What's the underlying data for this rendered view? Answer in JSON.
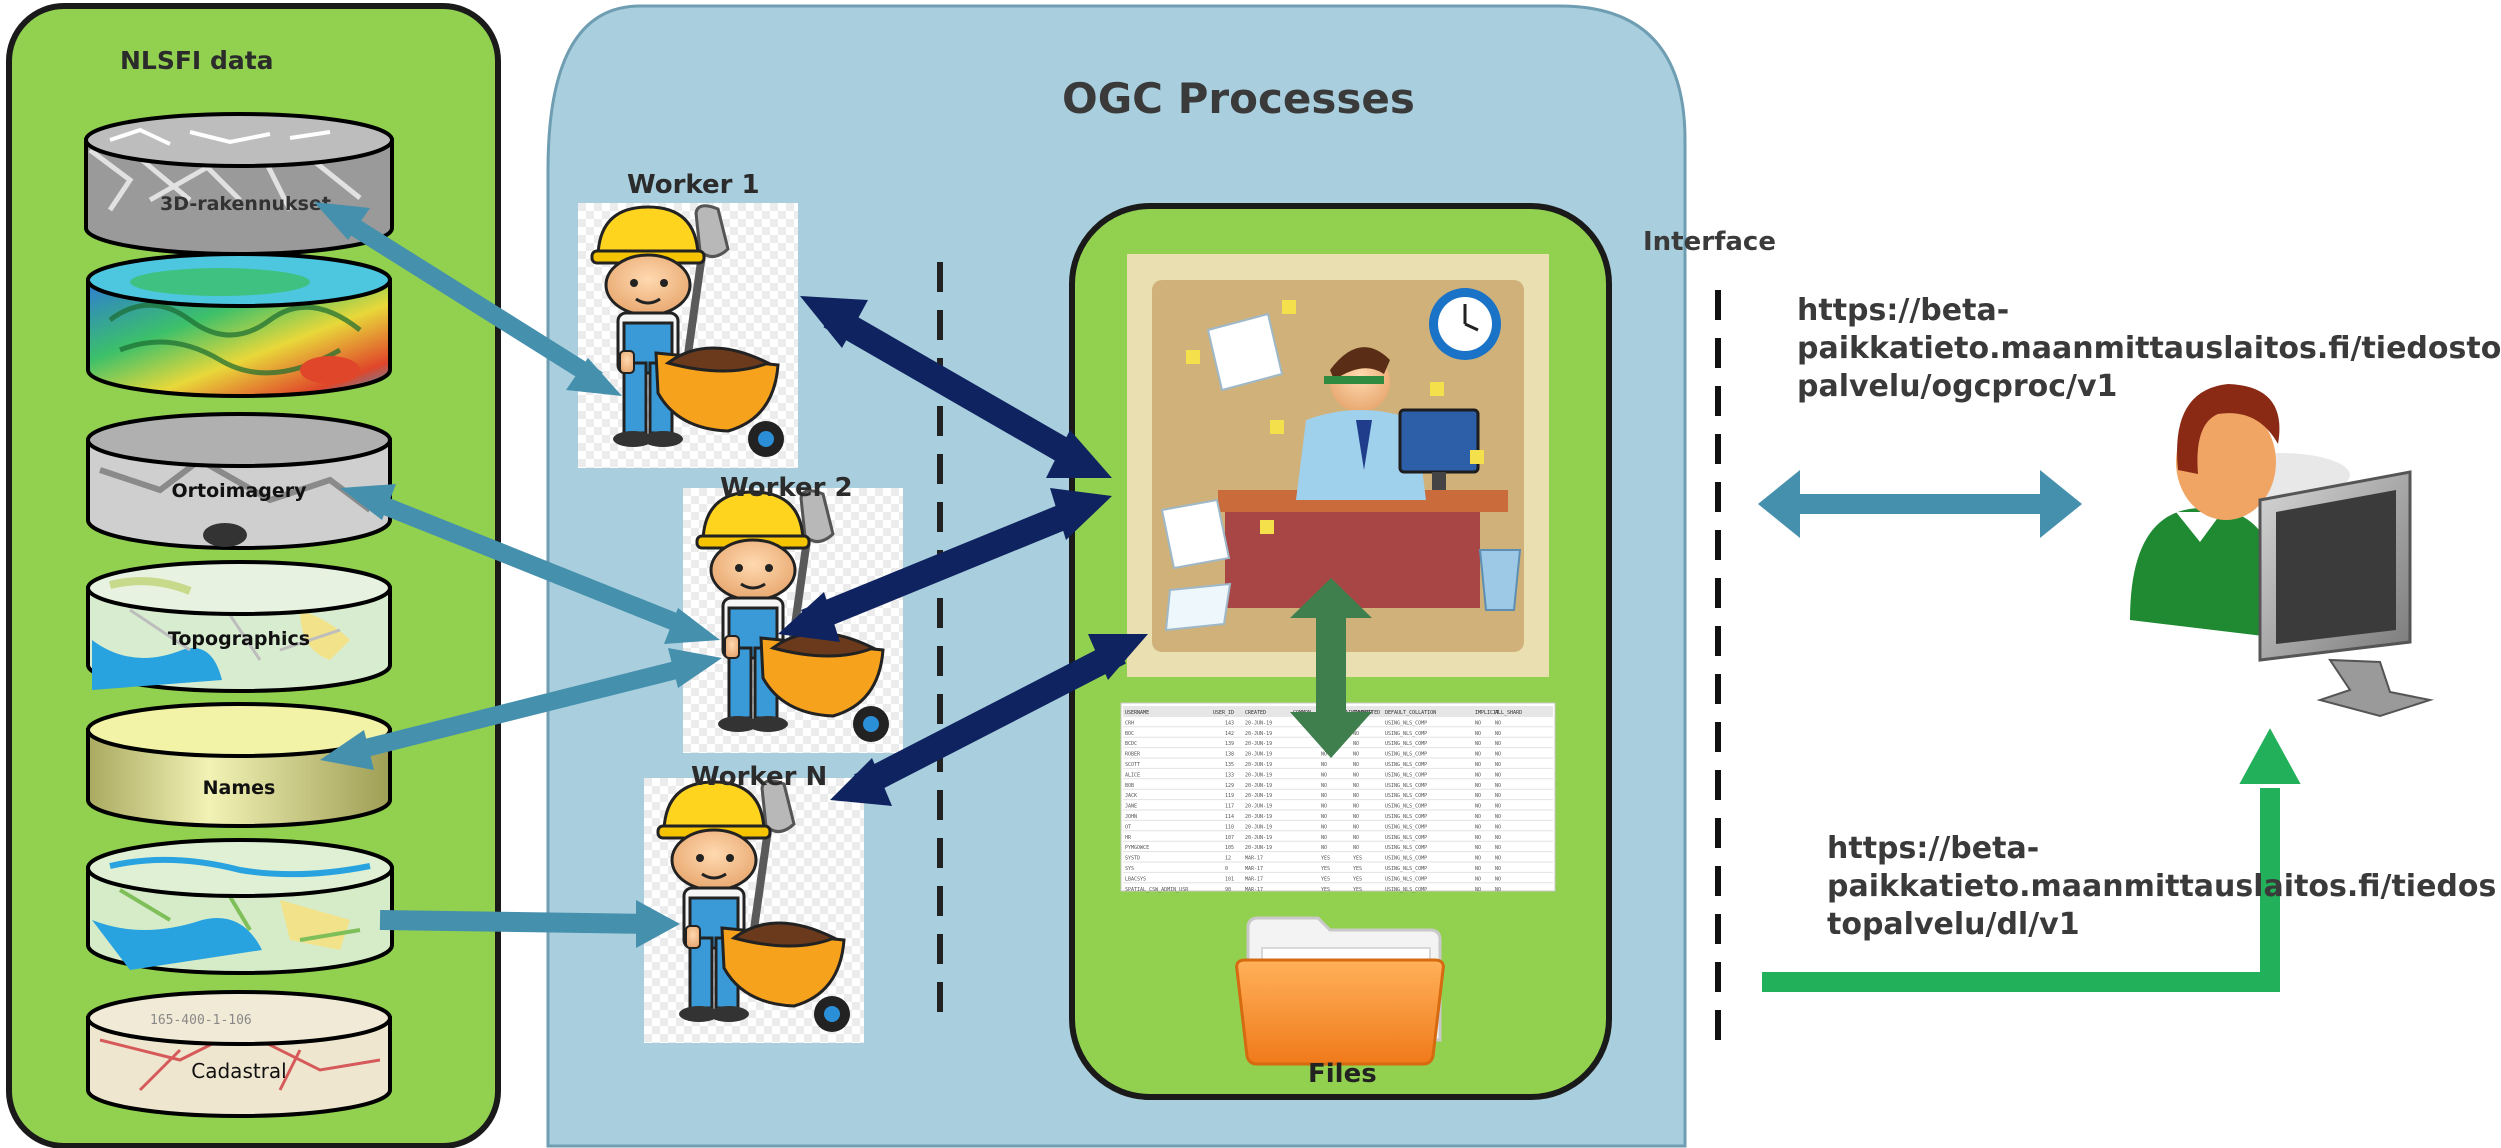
{
  "nlsfi": {
    "title": "NLSFI data",
    "layers": [
      "3D-rakennukset",
      "Ortoimagery",
      "Topographics",
      "Names",
      "Cadastral"
    ]
  },
  "ogc": {
    "title": "OGC Processes",
    "workers": [
      "Worker 1",
      "Worker 2",
      "Worker N"
    ],
    "files_label": "Files"
  },
  "interface": {
    "label": "Interface",
    "url_ogcproc": "https://beta-\npaikkatieto.maanmittauslaitos.fi/tiedosto\npalvelu/ogcproc/v1",
    "url_dl": "https://beta-\npaikkatieto.maanmittauslaitos.fi/tiedos\ntopalvelu/dl/v1"
  },
  "table": {
    "headers": [
      "USERNAME",
      "USER_ID",
      "CREATED",
      "COMMON",
      "ORACLE_MAINTAINED",
      "INHERITED",
      "DEFAULT_COLLATION",
      "IMPLICIT",
      "ALL_SHARD"
    ],
    "rows": [
      [
        "CRH",
        "143",
        "20-JUN-19",
        "NO",
        "NO",
        "USING_NLS_COMP",
        "NO",
        "NO"
      ],
      [
        "BOC",
        "142",
        "20-JUN-19",
        "NO",
        "NO",
        "USING_NLS_COMP",
        "NO",
        "NO"
      ],
      [
        "BCDC",
        "139",
        "20-JUN-19",
        "NO",
        "NO",
        "USING_NLS_COMP",
        "NO",
        "NO"
      ],
      [
        "ROBER",
        "138",
        "20-JUN-19",
        "NO",
        "NO",
        "USING_NLS_COMP",
        "NO",
        "NO"
      ],
      [
        "SCOTT",
        "135",
        "20-JUN-19",
        "NO",
        "NO",
        "USING_NLS_COMP",
        "NO",
        "NO"
      ],
      [
        "ALICE",
        "133",
        "20-JUN-19",
        "NO",
        "NO",
        "USING_NLS_COMP",
        "NO",
        "NO"
      ],
      [
        "BOB",
        "129",
        "20-JUN-19",
        "NO",
        "NO",
        "USING_NLS_COMP",
        "NO",
        "NO"
      ],
      [
        "JACK",
        "119",
        "20-JUN-19",
        "NO",
        "NO",
        "USING_NLS_COMP",
        "NO",
        "NO"
      ],
      [
        "JANE",
        "117",
        "20-JUN-19",
        "NO",
        "NO",
        "USING_NLS_COMP",
        "NO",
        "NO"
      ],
      [
        "JOHN",
        "114",
        "20-JUN-19",
        "NO",
        "NO",
        "USING_NLS_COMP",
        "NO",
        "NO"
      ],
      [
        "OT",
        "110",
        "20-JUN-19",
        "NO",
        "NO",
        "USING_NLS_COMP",
        "NO",
        "NO"
      ],
      [
        "HR",
        "107",
        "20-JUN-19",
        "NO",
        "NO",
        "USING_NLS_COMP",
        "NO",
        "NO"
      ],
      [
        "PYMGOWCE",
        "105",
        "20-JUN-19",
        "NO",
        "NO",
        "USING_NLS_COMP",
        "NO",
        "NO"
      ],
      [
        "SYSTD",
        "12",
        "MAR-17",
        "YES",
        "YES",
        "USING_NLS_COMP",
        "NO",
        "NO"
      ],
      [
        "SYS",
        "0",
        "MAR-17",
        "YES",
        "YES",
        "USING_NLS_COMP",
        "NO",
        "NO"
      ],
      [
        "LBACSYS",
        "101",
        "MAR-17",
        "YES",
        "YES",
        "USING_NLS_COMP",
        "NO",
        "NO"
      ],
      [
        "SPATIAL_CSW_ADMIN_USR",
        "90",
        "MAR-17",
        "YES",
        "YES",
        "USING_NLS_COMP",
        "NO",
        "NO"
      ]
    ]
  },
  "colors": {
    "nlsfi_panel": "#92d050",
    "ogc_panel": "#a9cfde",
    "server_panel": "#92d050",
    "arrow_teal": "#4590ad",
    "arrow_navy": "#0f2360",
    "arrow_green": "#22b05a",
    "arrow_dark_green": "#3f7f4e"
  },
  "icons": [
    "city-3d-icon",
    "dem-icon",
    "orthoimage-icon",
    "topomap-icon",
    "names-icon",
    "map-icon",
    "cadastral-icon",
    "worker-wheelbarrow-icon",
    "busy-office-icon",
    "folder-icon",
    "user-computer-icon"
  ]
}
